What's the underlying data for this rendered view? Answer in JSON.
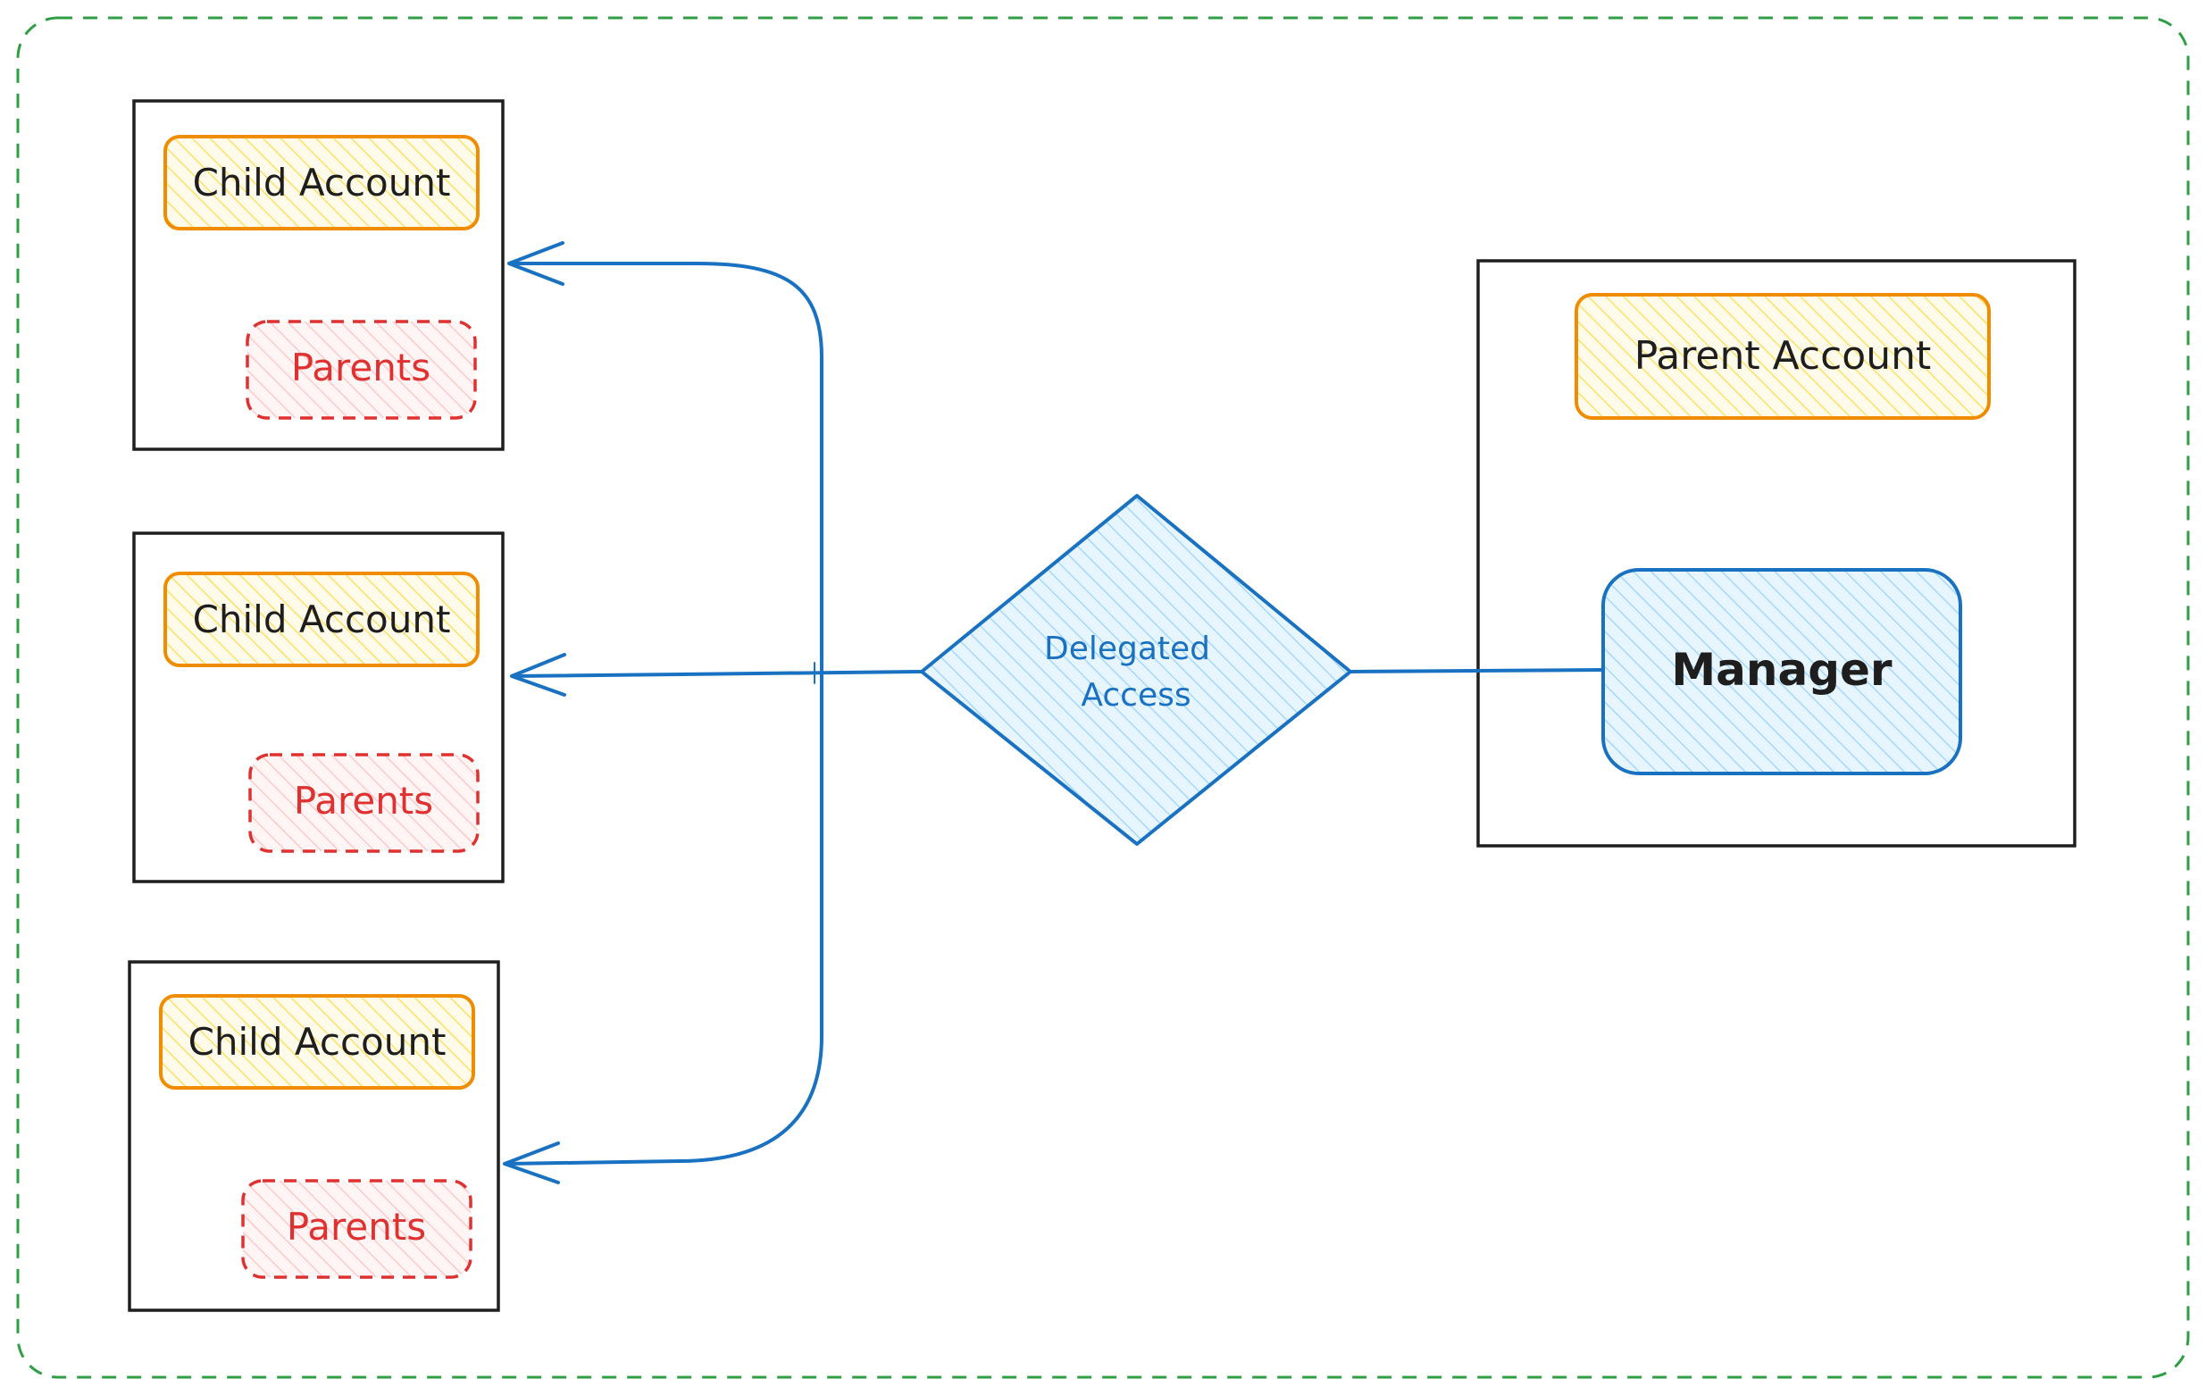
{
  "diagram": {
    "colors": {
      "outline_dark": "#1e1e1e",
      "frame_green": "#2f9e44",
      "account_orange": "#f08c00",
      "account_fill_yellow": "#ffec99",
      "parents_red": "#e03131",
      "parents_fill_pink": "#ffc9c9",
      "connector_blue": "#1971c2",
      "manager_fill_blue": "#a5d8ff"
    },
    "children": [
      {
        "account_label": "Child Account",
        "parents_label": "Parents"
      },
      {
        "account_label": "Child Account",
        "parents_label": "Parents"
      },
      {
        "account_label": "Child Account",
        "parents_label": "Parents"
      }
    ],
    "delegated_access": {
      "line1": "Delegated",
      "line2": "Access"
    },
    "parent": {
      "account_label": "Parent Account",
      "manager_label": "Manager"
    }
  }
}
